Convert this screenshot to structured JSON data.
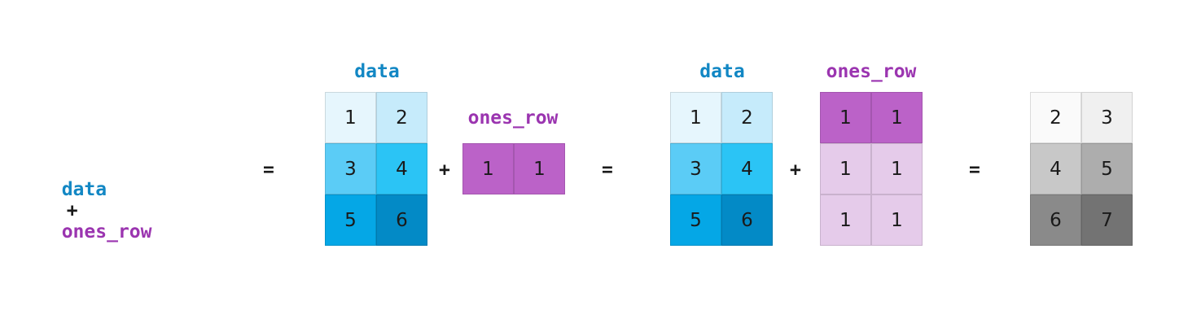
{
  "colors": {
    "data_label": "#1287c4",
    "ones_label": "#9b35b0",
    "operator": "#1a1a1a",
    "data_cells": [
      "#e6f6fd",
      "#c6ebfb",
      "#5bccf6",
      "#2bc4f5",
      "#05a7e6",
      "#038ac6"
    ],
    "ones_cells_strong": "#bb62c8",
    "ones_cells_light": "#e5cbea",
    "result_cells": [
      "#fafafa",
      "#f0f0f0",
      "#c8c8c8",
      "#adadad",
      "#8a8a8a",
      "#737373"
    ]
  },
  "expression": {
    "lhs": "data",
    "plus": "+",
    "rhs": "ones_row",
    "equals": "="
  },
  "step1": {
    "data_label": "data",
    "data_values": [
      [
        "1",
        "2"
      ],
      [
        "3",
        "4"
      ],
      [
        "5",
        "6"
      ]
    ],
    "plus": "+",
    "ones_label": "ones_row",
    "ones_values": [
      [
        "1",
        "1"
      ]
    ],
    "equals": "="
  },
  "step2": {
    "data_label": "data",
    "data_values": [
      [
        "1",
        "2"
      ],
      [
        "3",
        "4"
      ],
      [
        "5",
        "6"
      ]
    ],
    "plus": "+",
    "ones_label": "ones_row",
    "ones_values": [
      [
        "1",
        "1"
      ],
      [
        "1",
        "1"
      ],
      [
        "1",
        "1"
      ]
    ],
    "equals": "="
  },
  "result": {
    "values": [
      [
        "2",
        "3"
      ],
      [
        "4",
        "5"
      ],
      [
        "6",
        "7"
      ]
    ]
  }
}
